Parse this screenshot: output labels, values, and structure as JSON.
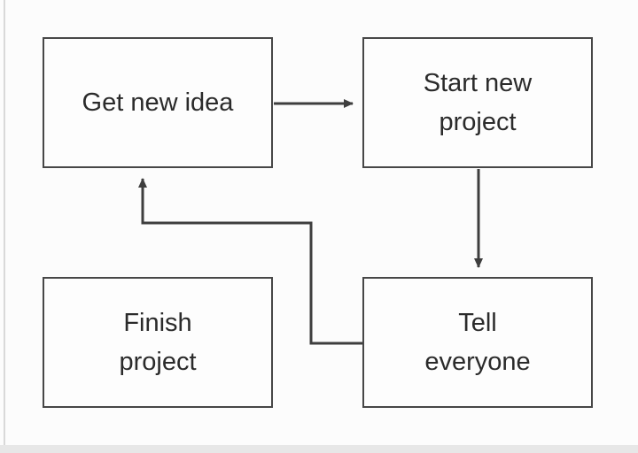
{
  "diagram": {
    "type": "flowchart",
    "nodes": [
      {
        "id": "get-new-idea",
        "label": "Get new idea",
        "lines": [
          "Get new idea"
        ]
      },
      {
        "id": "start-new-project",
        "label": "Start new project",
        "lines": [
          "Start new",
          "project"
        ]
      },
      {
        "id": "finish-project",
        "label": "Finish project",
        "lines": [
          "Finish",
          "project"
        ]
      },
      {
        "id": "tell-everyone",
        "label": "Tell everyone",
        "lines": [
          "Tell",
          "everyone"
        ]
      }
    ],
    "edges": [
      {
        "from": "get-new-idea",
        "to": "start-new-project",
        "style": "arrow-right"
      },
      {
        "from": "start-new-project",
        "to": "tell-everyone",
        "style": "arrow-down"
      },
      {
        "from": "tell-everyone",
        "to": "get-new-idea",
        "style": "elbow-loop-arrow-up"
      }
    ],
    "disconnected_nodes": [
      "finish-project"
    ],
    "colors": {
      "background": "#fcfcfc",
      "box_border": "#474747",
      "connector": "#3e3e3e",
      "text": "#2b2b2b",
      "bottom_bar": "#e7e7e7",
      "left_edge_line": "#d9d9d9"
    }
  }
}
